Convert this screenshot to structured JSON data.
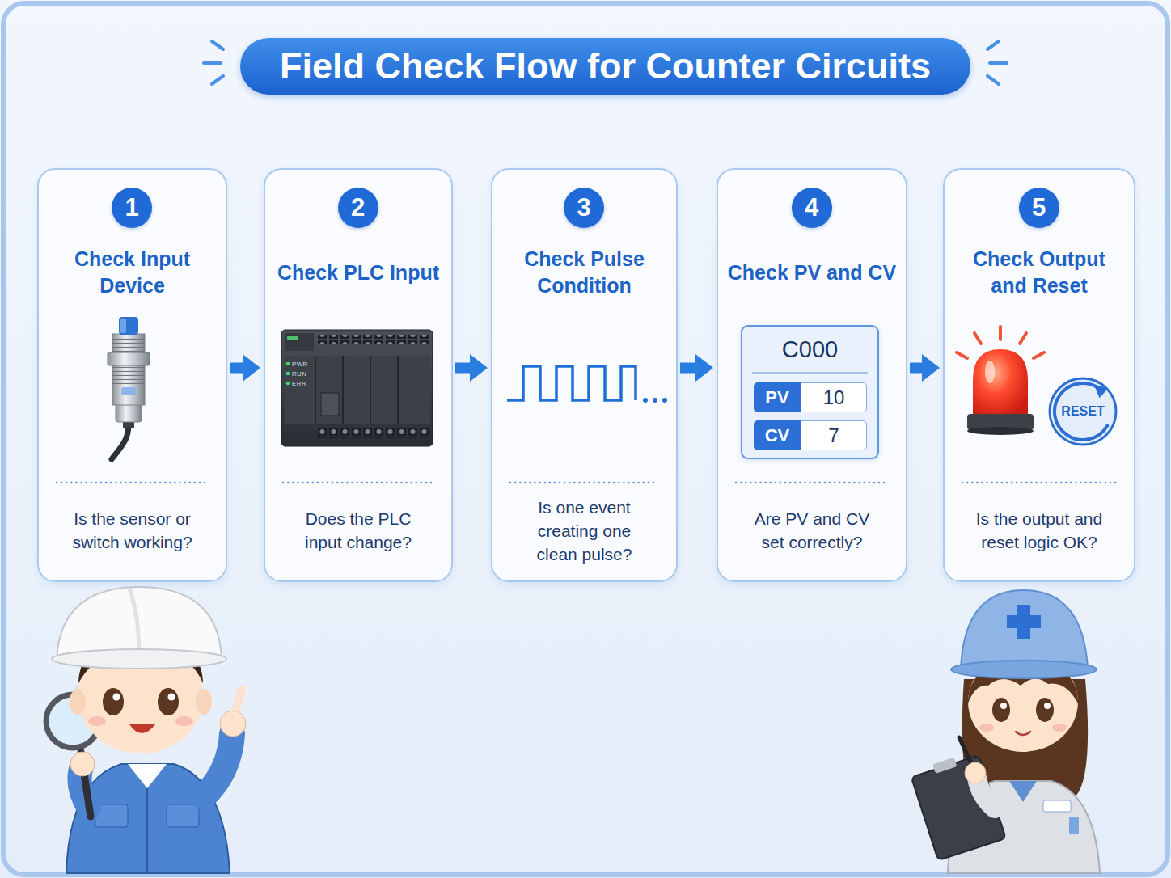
{
  "diagram": {
    "title": "Field Check Flow for Counter Circuits",
    "nodes": [
      {
        "text": [
          "Check Input Device",
          "Is the sensor or switch working?"
        ]
      },
      {
        "text": [
          "1"
        ],
        "in": 0
      },
      {
        "text": [
          "Check PLC Input",
          "Does the PLC input change?"
        ]
      },
      {
        "text": [
          "2"
        ],
        "in": 2
      },
      {
        "text": [
          "Check Pulse Condition",
          "Is one event creating one clean pulse?"
        ]
      },
      {
        "text": [
          "3"
        ],
        "in": 4
      },
      {
        "text": [
          "Check PV and CV",
          "Are PV and CV set correctly?"
        ]
      },
      {
        "text": [
          "4"
        ],
        "in": 6
      },
      {
        "text": [
          "C000"
        ],
        "in": 6
      },
      {
        "text": [
          "PV"
        ],
        "in": 8
      },
      {
        "text": [
          "10"
        ],
        "in": 8
      },
      {
        "text": [
          "CV"
        ],
        "in": 8
      },
      {
        "text": [
          "7"
        ],
        "in": 8
      },
      {
        "text": [
          "Check Output and Reset",
          "Is the output and reset logic OK?"
        ]
      },
      {
        "text": [
          "5"
        ],
        "in": 13
      },
      {
        "text": [
          "RESET"
        ],
        "in": 13
      }
    ],
    "edges": [
      {
        "from": 0,
        "to": 2,
        "arrow": "to"
      },
      {
        "from": 2,
        "to": 4,
        "arrow": "to"
      },
      {
        "from": 4,
        "to": 6,
        "arrow": "to"
      },
      {
        "from": 6,
        "to": 13,
        "arrow": "to"
      }
    ],
    "labels": [
      "PWR",
      "RUN",
      "ERR"
    ]
  }
}
